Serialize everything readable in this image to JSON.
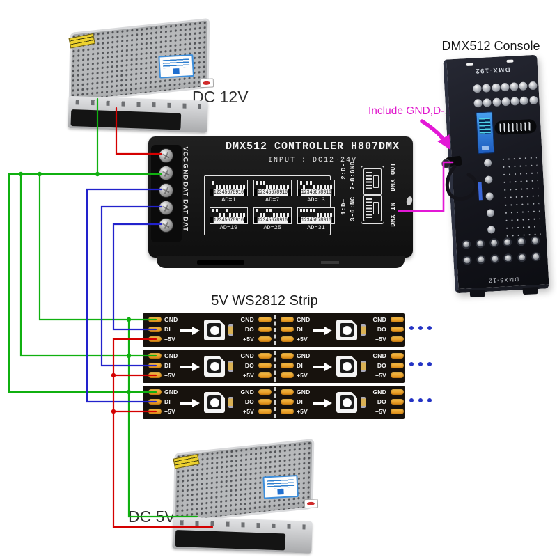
{
  "titles": {
    "psu_12v": "DC 12V",
    "psu_5v": "DC 5V",
    "console": "DMX512 Console",
    "strip": "5V WS2812 Strip",
    "dmx_note": "Include GND,D-,D+"
  },
  "controller": {
    "title": "DMX512 CONTROLLER H807DMX",
    "input_line": "INPUT : DC12~24V",
    "terminals": [
      "VCC",
      "GND",
      "DAT",
      "DAT",
      "DAT"
    ],
    "dip_modules": [
      {
        "label": "AD=1",
        "numbers": "12345678910",
        "switches": [
          1,
          0,
          0,
          0,
          0,
          0,
          0,
          0,
          0,
          0
        ]
      },
      {
        "label": "AD=7",
        "numbers": "12345678910",
        "switches": [
          1,
          1,
          1,
          0,
          0,
          0,
          0,
          0,
          0,
          0
        ]
      },
      {
        "label": "AD=13",
        "numbers": "12345678910",
        "switches": [
          1,
          0,
          1,
          1,
          0,
          0,
          0,
          0,
          0,
          0
        ]
      },
      {
        "label": "AD=19",
        "numbers": "12345678910",
        "switches": [
          1,
          1,
          0,
          0,
          1,
          0,
          0,
          0,
          0,
          0
        ]
      },
      {
        "label": "AD=25",
        "numbers": "12345678910",
        "switches": [
          1,
          0,
          0,
          1,
          1,
          0,
          0,
          0,
          0,
          0
        ]
      },
      {
        "label": "AD=31",
        "numbers": "12345678910",
        "switches": [
          1,
          1,
          1,
          1,
          1,
          0,
          0,
          0,
          0,
          0
        ]
      }
    ],
    "pin_notes_top": [
      "2:D-",
      "7-8:GND"
    ],
    "pin_notes_bottom": [
      "1:D+",
      "3-6:NC"
    ],
    "port_out": "DMX OUT",
    "port_in": "DMX IN"
  },
  "console": {
    "model": "DMX-192",
    "bottom_print": "DMX5-12"
  },
  "strip": {
    "rows": 3,
    "left_pins": [
      "GND",
      "DI",
      "+5V"
    ],
    "right_pins": [
      "GND",
      "DO",
      "+5V"
    ],
    "continuation_dots": 3
  },
  "wire_colors": {
    "ground": "#10b010",
    "power": "#d40000",
    "data": "#2222cc",
    "dmx": "#e318d6"
  }
}
